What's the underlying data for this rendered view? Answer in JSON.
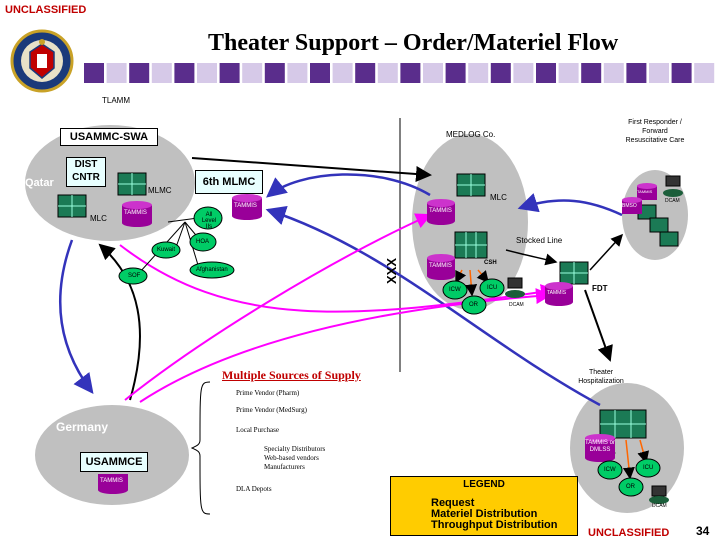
{
  "header": {
    "classification_top": "UNCLASSIFIED",
    "title": "Theater Support – Order/Materiel Flow",
    "classification_bottom": "UNCLASSIFIED",
    "page_number": "34"
  },
  "labels": {
    "tlamm": "TLAMM",
    "usammc_swa": "USAMMC-SWA",
    "dist_cntr": "DIST CNTR",
    "qatar": "Qatar",
    "mlmc": "MLMC",
    "mlc_left": "MLC",
    "tammis": "TAMMIS",
    "sixth_mlmc": "6th MLMC",
    "all_level_iis": "All Level IIs",
    "hoa": "HOA",
    "kuwait": "Kuwait",
    "afghanistan": "Afghanistan",
    "sof": "SOF",
    "medlog": "MEDLOG Co.",
    "mlc_right": "MLC",
    "csh": "CSH",
    "icw": "ICW",
    "icu": "ICU",
    "or": "OR",
    "dcam": "DCAM",
    "stocked_line": "Stocked Line",
    "fdt": "FDT",
    "xxx": "XXX",
    "first_responder": "First Responder / Forward Resuscitative Care",
    "bmso": "BMSO",
    "theater_hosp": "Theater Hospitalization",
    "tammis_dmlss": "TAMMIS or DMLSS",
    "germany": "Germany",
    "usammce": "USAMMCE"
  },
  "sources": {
    "heading": "Multiple Sources of Supply",
    "prime_pharm": "Prime Vendor (Pharm)",
    "prime_medsurg": "Prime Vendor (MedSurg)",
    "local_purchase": "Local Purchase",
    "specialty": "Specialty Distributors",
    "web": "Web-based vendors",
    "manufacturers": "Manufacturers",
    "dla": "DLA Depots"
  },
  "legend": {
    "title": "LEGEND",
    "request": "Request",
    "materiel": "Materiel Distribution",
    "throughput": "Throughput Distribution",
    "colors": {
      "request": "#3333bb",
      "materiel": "#000000",
      "throughput": "#ff00ff"
    }
  },
  "colors": {
    "banner_purple": "#5a2d8c",
    "banner_light": "#d6c9e8",
    "ellipse_gray": "#c0c0c0",
    "tammis_purple": "#990099",
    "green_block": "#1b7a55",
    "node_green": "#00cc66",
    "legend_bg": "#ffcc00"
  }
}
